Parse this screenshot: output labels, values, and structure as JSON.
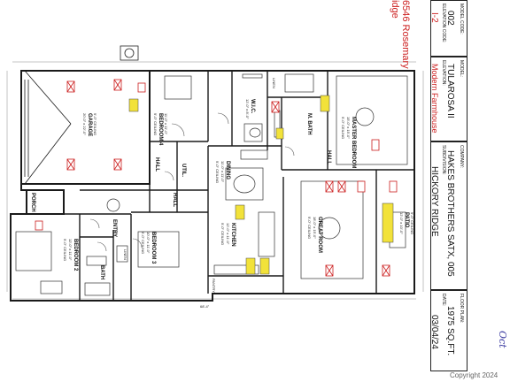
{
  "address_partial": "6546 Rosemary",
  "address_partial2": "idge",
  "title_block": {
    "model_code_label": "MODEL CODE:",
    "model_code": "002",
    "elevation_code_label": "ELEVATION CODE:",
    "elevation_code": "I-2",
    "model_label": "MODEL:",
    "model": "TULAROSA II",
    "elevation_label": "ELEVATION:",
    "elevation": "Modern Farmhouse",
    "company_label": "COMPANY:",
    "company": "HAKES BROTHERS SATX, 005",
    "subdivision_label": "SUBDIVISION:",
    "subdivision": "HICKORY RIDGE",
    "floor_plan_label": "FLOOR PLAN:",
    "floor_plan": "1975 SQ.FT.",
    "date_label": "DATE:",
    "date": "03/04/24",
    "handwritten": "Oct"
  },
  "rooms": {
    "garage": {
      "name": "GARAGE",
      "dims": "20'-0\" x 22'-0\"",
      "ceiling": "9'-0\" CEILING"
    },
    "bedroom4": {
      "name": "BEDROOM 4",
      "dims": "11'-0\" x 11'-0\"",
      "ceiling": "9'-0\" CEILING"
    },
    "wic": {
      "name": "W.I.C.",
      "dims": "12'-0\" x 8'-0\""
    },
    "linen_top": {
      "name": "LINEN"
    },
    "mbath": {
      "name": "M. BATH"
    },
    "master": {
      "name": "MASTER BEDROOM",
      "dims": "15'-0\" x 15'-0\"",
      "ceiling": "9'-0\" CEILING"
    },
    "hall1": {
      "name": "HALL"
    },
    "util": {
      "name": "UTIL."
    },
    "hall2": {
      "name": "HALL"
    },
    "hall3": {
      "name": "HALL"
    },
    "dining": {
      "name": "DINING",
      "dims": "11'-0\" x 11'-0\"",
      "ceiling": "9'-0\" CEILING"
    },
    "porch": {
      "name": "PORCH"
    },
    "entry": {
      "name": "ENTRY"
    },
    "bedroom2": {
      "name": "BEDROOM 2",
      "dims": "12'-0\" x 11'-0\"",
      "ceiling": "9'-0\" CEILING"
    },
    "bath": {
      "name": "BATH"
    },
    "linen_mid": {
      "name": "LINEN"
    },
    "bedroom3": {
      "name": "BEDROOM 3",
      "dims": "10'-0\" x 11'-0\"",
      "ceiling": "9'-0\" CEILING"
    },
    "kitchen": {
      "name": "KITCHEN",
      "dims": "12'-0\" x 11'-0\"",
      "ceiling": "9'-0\" CEILING"
    },
    "pantry": {
      "name": "PANTRY"
    },
    "great_room": {
      "name": "GREAT ROOM",
      "dims": "18'-0\" x 15'-0\"",
      "ceiling": "9'-0\" CEILING"
    },
    "patio": {
      "name": "PATIO",
      "dims": "12'-0\" x 10'-0\"",
      "ceiling": "9'-0\" CEILING"
    }
  },
  "dimension_overall": "68'-4\"",
  "copyright": "Copyright 2024",
  "colors": {
    "red": "#cc1f1f",
    "yellow": "#f2e23a",
    "line": "#1a1a1a"
  }
}
